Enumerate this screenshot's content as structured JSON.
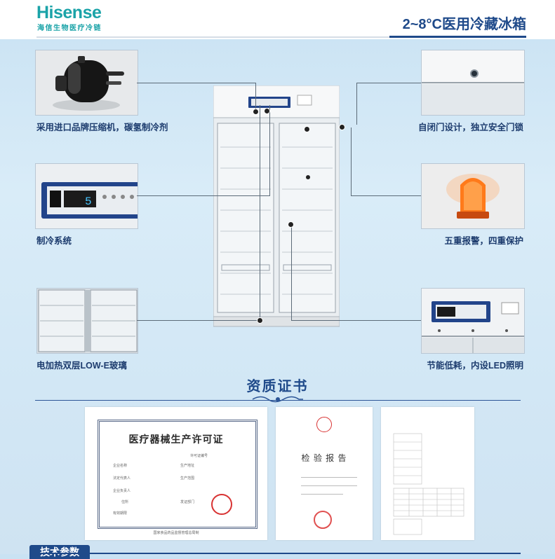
{
  "header": {
    "brand": "Hisense",
    "brand_sub": "海信生物医疗冷链",
    "title": "2~8°C医用冷藏冰箱"
  },
  "features": {
    "left": [
      {
        "label": "采用进口品牌压缩机，碳氢制冷剂",
        "icon": "compressor-image"
      },
      {
        "label": "制冷系统",
        "icon": "control-panel-image"
      },
      {
        "label": "电加热双层LOW-E玻璃",
        "icon": "glass-door-image"
      }
    ],
    "right": [
      {
        "label": "自闭门设计，独立安全门锁",
        "icon": "door-lock-image"
      },
      {
        "label": "五重报警，四重保护",
        "icon": "alarm-light-image"
      },
      {
        "label": "节能低耗，内设LED照明",
        "icon": "led-panel-image"
      }
    ]
  },
  "display_value": "5",
  "certificates": {
    "section_title": "资质证书",
    "license": {
      "title": "医疗器械生产许可证",
      "fields": [
        "许可证编号",
        "企业名称",
        "生产地址",
        "法定代表人",
        "生产范围",
        "企业负责人",
        "住所",
        "发证部门",
        "有效期限"
      ],
      "footer": "国家食品药品监督管理总局制"
    },
    "report": {
      "title": "检 验 报 告"
    }
  },
  "bottom_tab": "技术参数",
  "colors": {
    "accent": "#1f4a8a",
    "brand": "#1aa3a8",
    "caption": "#1d3c6e"
  }
}
